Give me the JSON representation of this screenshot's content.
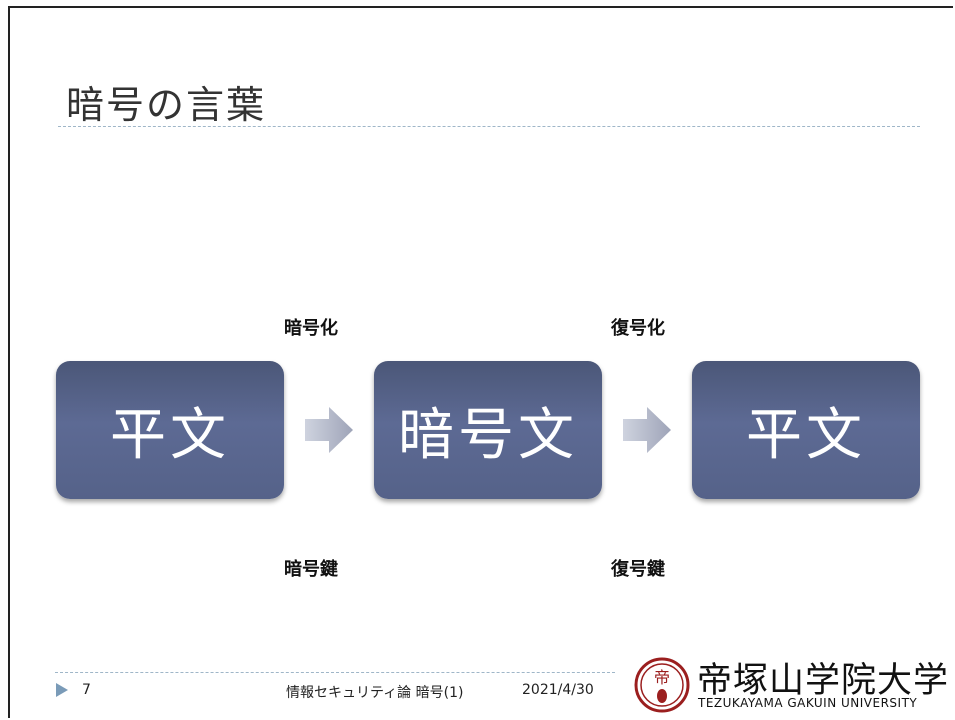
{
  "slide": {
    "title": "暗号の言葉",
    "page_number": "7",
    "footer_text": "情報セキュリティ論 暗号(1)",
    "date": "2021/4/30"
  },
  "diagram": {
    "boxes": [
      {
        "label": "平文"
      },
      {
        "label": "暗号文"
      },
      {
        "label": "平文"
      }
    ],
    "steps": [
      {
        "process": "暗号化",
        "key": "暗号鍵"
      },
      {
        "process": "復号化",
        "key": "復号鍵"
      }
    ]
  },
  "logo": {
    "name": "帝塚山学院大学",
    "subtitle": "TEZUKAYAMA GAKUIN UNIVERSITY",
    "emblem_text": "帝"
  },
  "colors": {
    "box": "#5a6690",
    "title_rule": "#9fb6c8",
    "arrow": "#b7bccd",
    "emblem": "#9b1f1f"
  }
}
